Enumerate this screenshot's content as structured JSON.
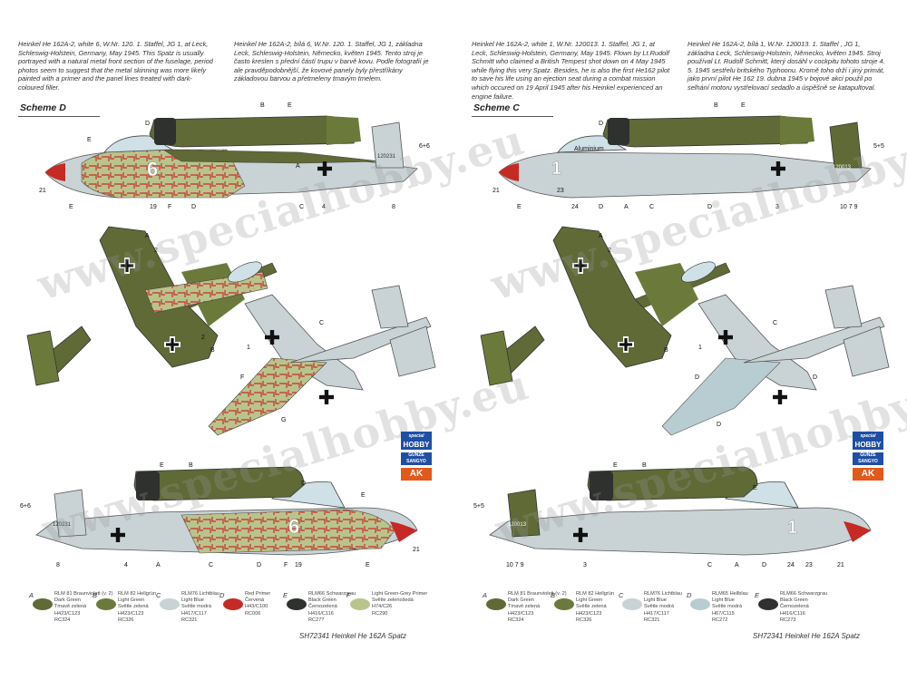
{
  "left": {
    "desc_en": "Heinkel He 162A-2, white 6, W.Nr. 120. 1. Staffel, JG 1, at Leck, Schleswig-Holstein, Germany, May 1945. This Spatz is usually portrayed with a natural metal front section of the fuselage, period photos seem to suggest that the metal skinning was more likely painted with a primer and the panel lines treated with dark-coloured filler.",
    "desc_cz": "Heinkel He 162A-2, bílá 6, W.Nr. 120. 1. Staffel, JG 1, základna Leck, Schleswig-Holstein, Německo, květen 1945. Tento stroj je často kreslen s přední částí trupu v barvě kovu. Podle fotografií je ale pravděpodobnější, že kovové panely byly přestříkány základovou barvou a přetmeleny tmavým tmelem.",
    "scheme": "Scheme D",
    "code": "6",
    "wnr": "120231",
    "fin_mark": "6+6"
  },
  "right": {
    "desc_en": "Heinkel He 162A-2, white 1, W.Nr. 120013. 1. Staffel, JG 1, at Leck, Schleswig-Holstein, Germany, May 1945. Flown by Lt.Rudolf Schmitt who claimed a British Tempest shot down on 4 May 1945 while flying this very Spatz. Besides, he is also the first He162 pilot to save his life using an ejection seat during a combat mission which occured on 19 April 1945 after his Heinkel experienced an engine failure.",
    "desc_cz": "Heinkel He 162A-2, bílá 1, W.Nr. 120013. 1. Staffel , JG 1, základna Leck, Schleswig-Holstein, Německo, květen 1945. Stroj používal Lt. Rudolf Schmitt, který dosáhl v cockpitu tohoto stroje 4. 5. 1945 sestřelu britského Typhoonu. Kromě toho drží i jiný primát, jako první pilot He 162 19. dubna 1945 v bojové akci použil po selhání motoru vystřelovací sedadlo a úspěšně se katapultoval.",
    "scheme": "Scheme C",
    "code": "1",
    "wnr": "120013",
    "fin_mark": "5+5",
    "aluminium": "Aluminium"
  },
  "watermark": "www.specialhobby.eu",
  "labels": {
    "A": "A",
    "B": "B",
    "C": "C",
    "D": "D",
    "E": "E",
    "F": "F",
    "G": "G",
    "n1": "1",
    "n2": "2",
    "n3": "3",
    "n4": "4",
    "n8": "8",
    "n19": "19",
    "n21": "21",
    "n23": "23",
    "n24": "24",
    "n1079": "10 7 9"
  },
  "legend_left": [
    {
      "code": "A",
      "lines": [
        "RLM 81 Braunviolett (v. 2)",
        "Dark Green",
        "Tmavě zelená",
        "H423/C123",
        "RC324"
      ],
      "color": "#5f6a36"
    },
    {
      "code": "B",
      "lines": [
        "RLM 82 Hellgrün",
        "Light Green",
        "Světle zelená",
        "H423/C123",
        "RC326"
      ],
      "color": "#6b7a3b"
    },
    {
      "code": "C",
      "lines": [
        "RLM76 Lichtblau",
        "Light Blue",
        "Světle modrá",
        "H417/C117",
        "RC321"
      ],
      "color": "#c9d3d6"
    },
    {
      "code": "D",
      "lines": [
        "Red Primer",
        "Červená",
        "H43/C100",
        "RC006"
      ],
      "color": "#c62a25"
    },
    {
      "code": "E",
      "lines": [
        "RLM66 Schwarzgrau",
        "Black Green",
        "Černozelená",
        "H416/C116",
        "RC27?"
      ],
      "color": "#2e312d"
    },
    {
      "code": "F",
      "lines": [
        "Light Green-Grey Primer",
        "Světle zelenošedá",
        "H74/C26",
        "RC290"
      ],
      "color": "#b9c48c"
    }
  ],
  "legend_right": [
    {
      "code": "A",
      "lines": [
        "RLM 81 Braunviolett (v. 2)",
        "Dark Green",
        "Tmavě zelená",
        "H423/C123",
        "RC324"
      ],
      "color": "#5f6a36"
    },
    {
      "code": "B",
      "lines": [
        "RLM 82 Hellgrün",
        "Light Green",
        "Světle zelená",
        "H423/C123",
        "RC326"
      ],
      "color": "#6b7a3b"
    },
    {
      "code": "C",
      "lines": [
        "RLM76 Lichtblau",
        "Light Blue",
        "Světle modrá",
        "H417/C117",
        "RC321"
      ],
      "color": "#c9d3d6"
    },
    {
      "code": "D",
      "lines": [
        "RLM65 Hellblau",
        "Light Blue",
        "Světle modrá",
        "H67/C115",
        "RC272"
      ],
      "color": "#b8cdd1"
    },
    {
      "code": "E",
      "lines": [
        "RLM66 Schwarzgrau",
        "Black Green",
        "Černozelená",
        "H416/C116",
        "RC273"
      ],
      "color": "#2e312d"
    }
  ],
  "footer_left": "SH72341 Heinkel He 162A Spatz",
  "footer_right": "SH72341 Heinkel He 162A Spatz",
  "logos": {
    "sh": "HOBBY",
    "sh_top": "special",
    "gunze_top": "GUNZE",
    "gunze_bottom": "SANGYO",
    "ak": "AK"
  },
  "colors": {
    "dark_green": "#5f6a36",
    "light_green": "#6b7a3b",
    "light_blue": "#c9d3d6",
    "primer_green": "#b9c48c",
    "red": "#c62a25",
    "black_green": "#2e312d"
  }
}
